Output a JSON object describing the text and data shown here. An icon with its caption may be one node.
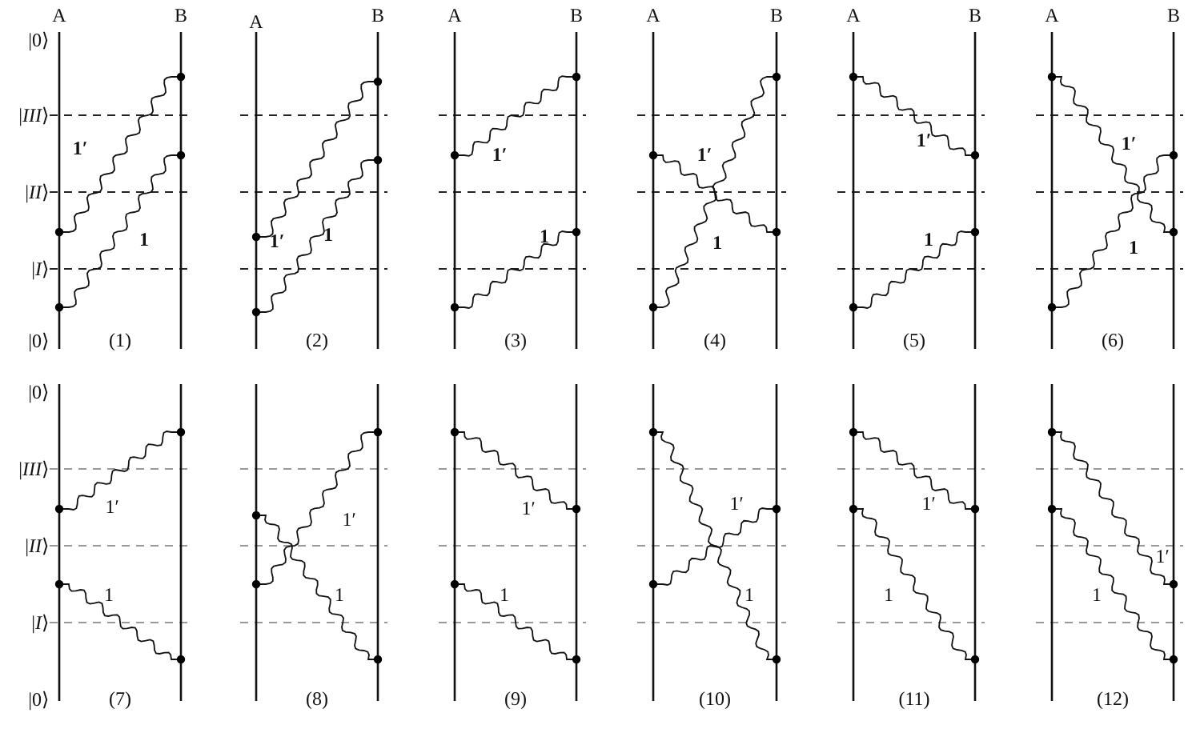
{
  "diagram": {
    "labels": [
      "A",
      "B",
      "A",
      "B",
      "A",
      "B",
      "A",
      "B",
      "A",
      "B",
      "A",
      "B",
      "|0⟩",
      "|*III*⟩",
      "|*II*⟩",
      "|*I*⟩",
      "|0⟩",
      "1′",
      "1",
      "(1)",
      "1′",
      "1",
      "(2)",
      "1′",
      "1",
      "(3)",
      "1′",
      "1",
      "(4)",
      "1′",
      "1",
      "(5)",
      "1′",
      "1",
      "(6)",
      "|0⟩",
      "|*III*⟩",
      "|*II*⟩",
      "|*I*⟩",
      "|0⟩",
      "1′",
      "1",
      "(7)",
      "1′",
      "1",
      "(8)",
      "1′",
      "1",
      "(9)",
      "1′",
      "1",
      "(10)",
      "1′",
      "1",
      "(11)",
      "1′",
      "1",
      "(12)"
    ]
  }
}
